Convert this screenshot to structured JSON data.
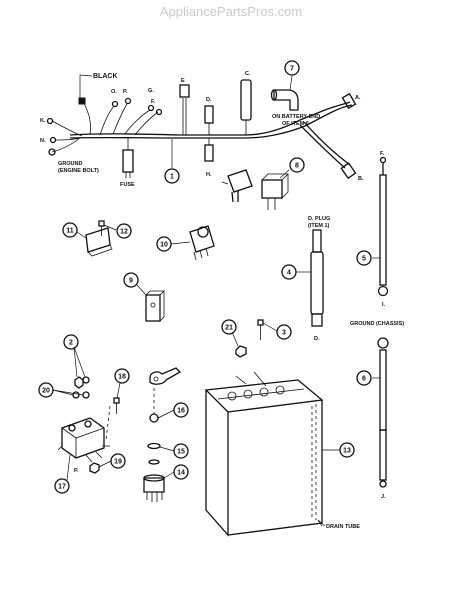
{
  "watermark": "AppliancePartsPros.com",
  "labels": {
    "black": "BLACK",
    "o": "O.",
    "p_top": "P.",
    "g": "G.",
    "e": "E",
    "c": "C.",
    "d_top": "D.",
    "h": "H.",
    "a": "A.",
    "b": "B.",
    "k": "K.",
    "n": "N.",
    "f_wire": "F.",
    "ground_engine_1": "GROUND",
    "ground_engine_2": "(ENGINE BOLT)",
    "fuse": "FUSE",
    "battery_end_1": "ON BATTERY END",
    "battery_end_2": "OF ITEM 6",
    "f_cable": "F.",
    "i": "I.",
    "d_plug_1": "D. PLUG",
    "d_plug_2": "(ITEM 1)",
    "d_bottom": "D.",
    "ground_chassis": "GROUND (CHASSIS)",
    "j": "J.",
    "p_bottom": "P.",
    "drain_tube": "DRAIN TUBE"
  },
  "callouts": [
    "1",
    "2",
    "3",
    "4",
    "5",
    "6",
    "7",
    "8",
    "9",
    "10",
    "11",
    "12",
    "13",
    "14",
    "15",
    "16",
    "17",
    "18",
    "19",
    "20",
    "21"
  ]
}
